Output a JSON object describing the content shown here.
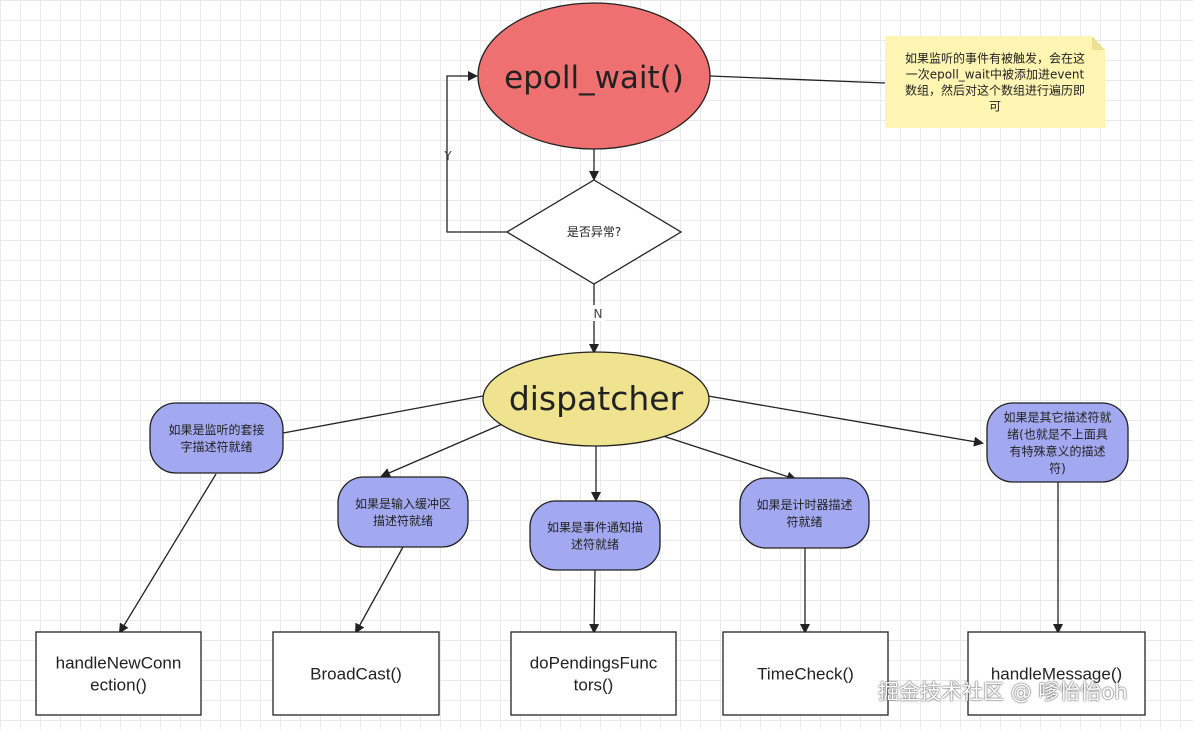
{
  "main": {
    "loop_node": "epoll_wait()",
    "decision": "是否异常?",
    "edge_yes": "Y",
    "edge_no": "N",
    "dispatcher": "dispatcher"
  },
  "note": {
    "lines": [
      "如果监听的事件有被触发，会在这",
      "一次epoll_wait中被添加进event",
      "数组，然后对这个数组进行遍历即",
      "可"
    ]
  },
  "conditions": [
    {
      "lines": [
        "如果是监听的套接",
        "字描述符就绪"
      ]
    },
    {
      "lines": [
        "如果是输入缓冲区",
        "描述符就绪"
      ]
    },
    {
      "lines": [
        "如果是事件通知描",
        "述符就绪"
      ]
    },
    {
      "lines": [
        "如果是计时器描述",
        "符就绪"
      ]
    },
    {
      "lines": [
        "如果是其它描述符就",
        "绪(也就是不上面具",
        "有特殊意义的描述",
        "符)"
      ]
    }
  ],
  "handlers": [
    {
      "lines": [
        "handleNewConn",
        "ection()"
      ]
    },
    {
      "lines": [
        "BroadCast()"
      ]
    },
    {
      "lines": [
        "doPendingsFunc",
        "tors()"
      ]
    },
    {
      "lines": [
        "TimeCheck()"
      ]
    },
    {
      "lines": [
        "handleMessage()"
      ]
    }
  ],
  "colors": {
    "epoll_fill": "#ee7070",
    "dispatcher_fill": "#efe38f",
    "condition_fill": "#a3a9f0",
    "note_fill": "#fff5b3",
    "stroke": "#222222"
  },
  "watermark": "掘金技术社区 @ 嗲怡怡oh"
}
